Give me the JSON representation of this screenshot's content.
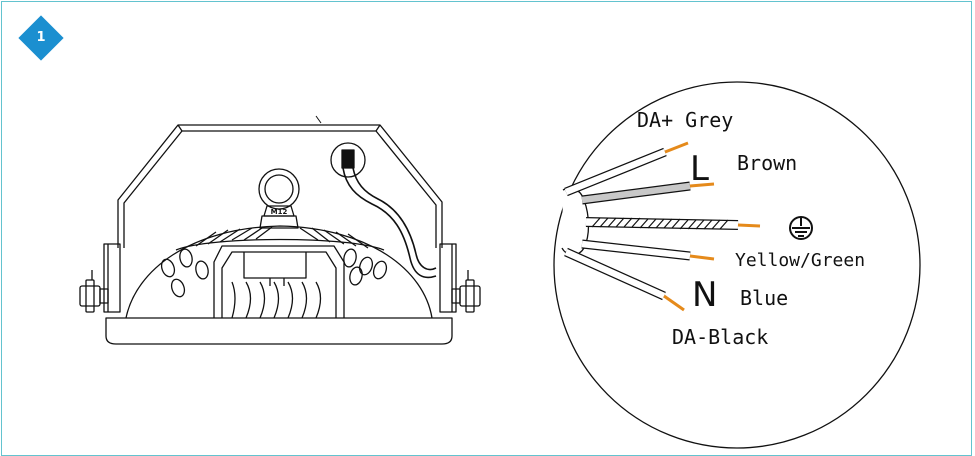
{
  "step": {
    "number": "1",
    "badge_color": "#1b8fd0"
  },
  "frame": {
    "border_color": "#63c3cf"
  },
  "fixture": {
    "eyebolt_label": "M12"
  },
  "wiring": {
    "da_plus": "DA+ Grey",
    "live_letter": "L",
    "live_color": "Brown",
    "earth_color": "Yellow/Green",
    "neutral_letter": "N",
    "neutral_color": "Blue",
    "da_minus": "DA-Black",
    "earth_icon": "ground-icon",
    "wire_tip_color": "#e58a1b"
  }
}
